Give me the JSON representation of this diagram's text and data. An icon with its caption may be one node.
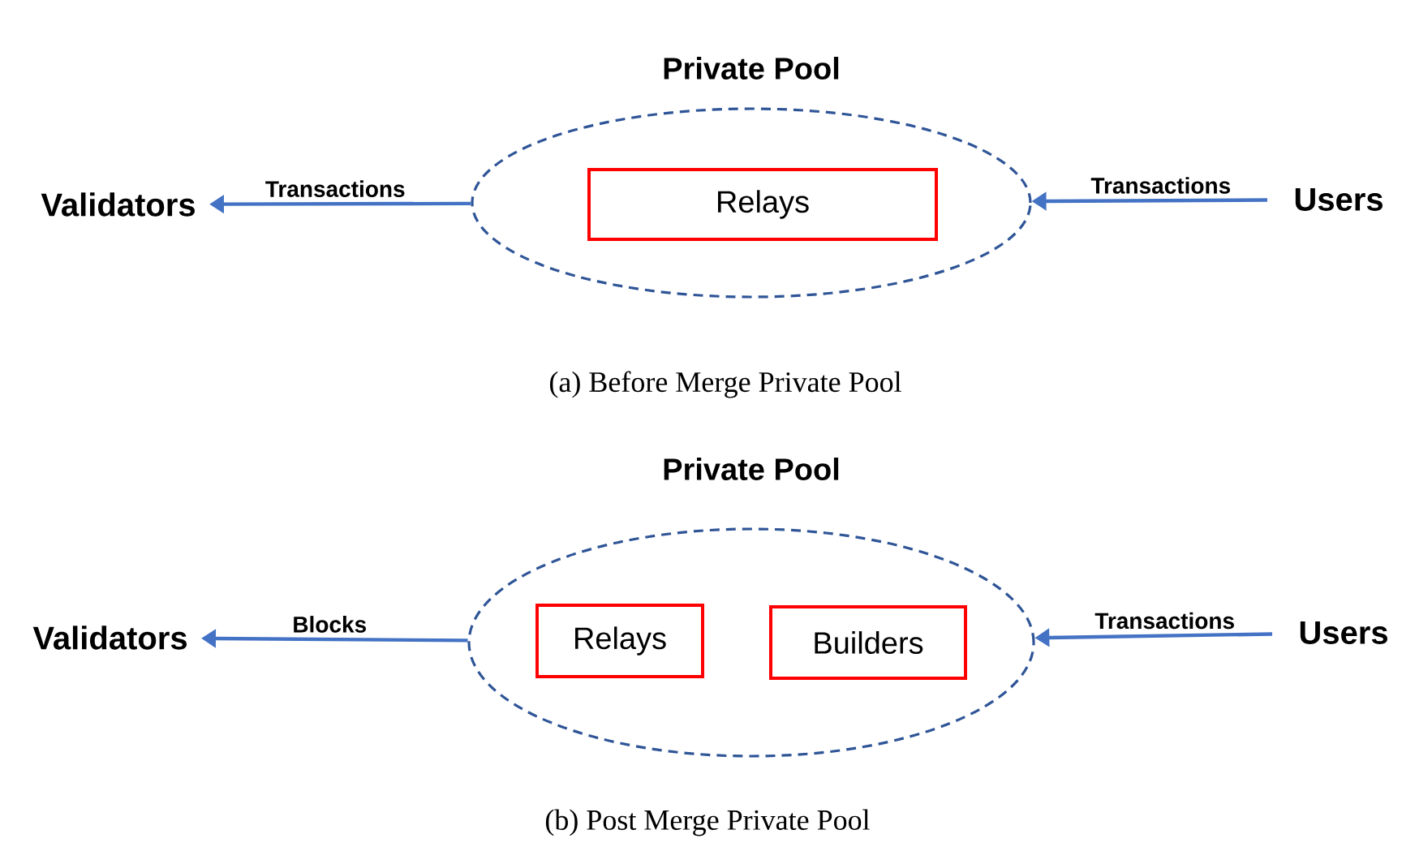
{
  "diagram": {
    "nodes": [
      {
        "text": [
          "Private Pool"
        ]
      },
      {
        "text": [
          "Relays"
        ],
        "in": 0
      },
      {
        "text": [
          "Validators"
        ]
      },
      {
        "text": [
          "Users"
        ]
      },
      {
        "text": [
          "Private Pool"
        ]
      },
      {
        "text": [
          "Relays"
        ],
        "in": 4
      },
      {
        "text": [
          "Builders"
        ],
        "in": 4
      },
      {
        "text": [
          "Validators"
        ]
      },
      {
        "text": [
          "Users"
        ]
      }
    ],
    "edges": [
      {
        "from": 3,
        "to": 0,
        "arrow": "to",
        "label": "Transactions"
      },
      {
        "from": 0,
        "to": 2,
        "arrow": "to",
        "label": "Transactions"
      },
      {
        "from": 8,
        "to": 4,
        "arrow": "to",
        "label": "Transactions"
      },
      {
        "from": 4,
        "to": 7,
        "arrow": "to",
        "label": "Blocks"
      }
    ],
    "labels": [
      "(a) Before Merge Private Pool",
      "(b) Post Merge Private Pool"
    ]
  }
}
